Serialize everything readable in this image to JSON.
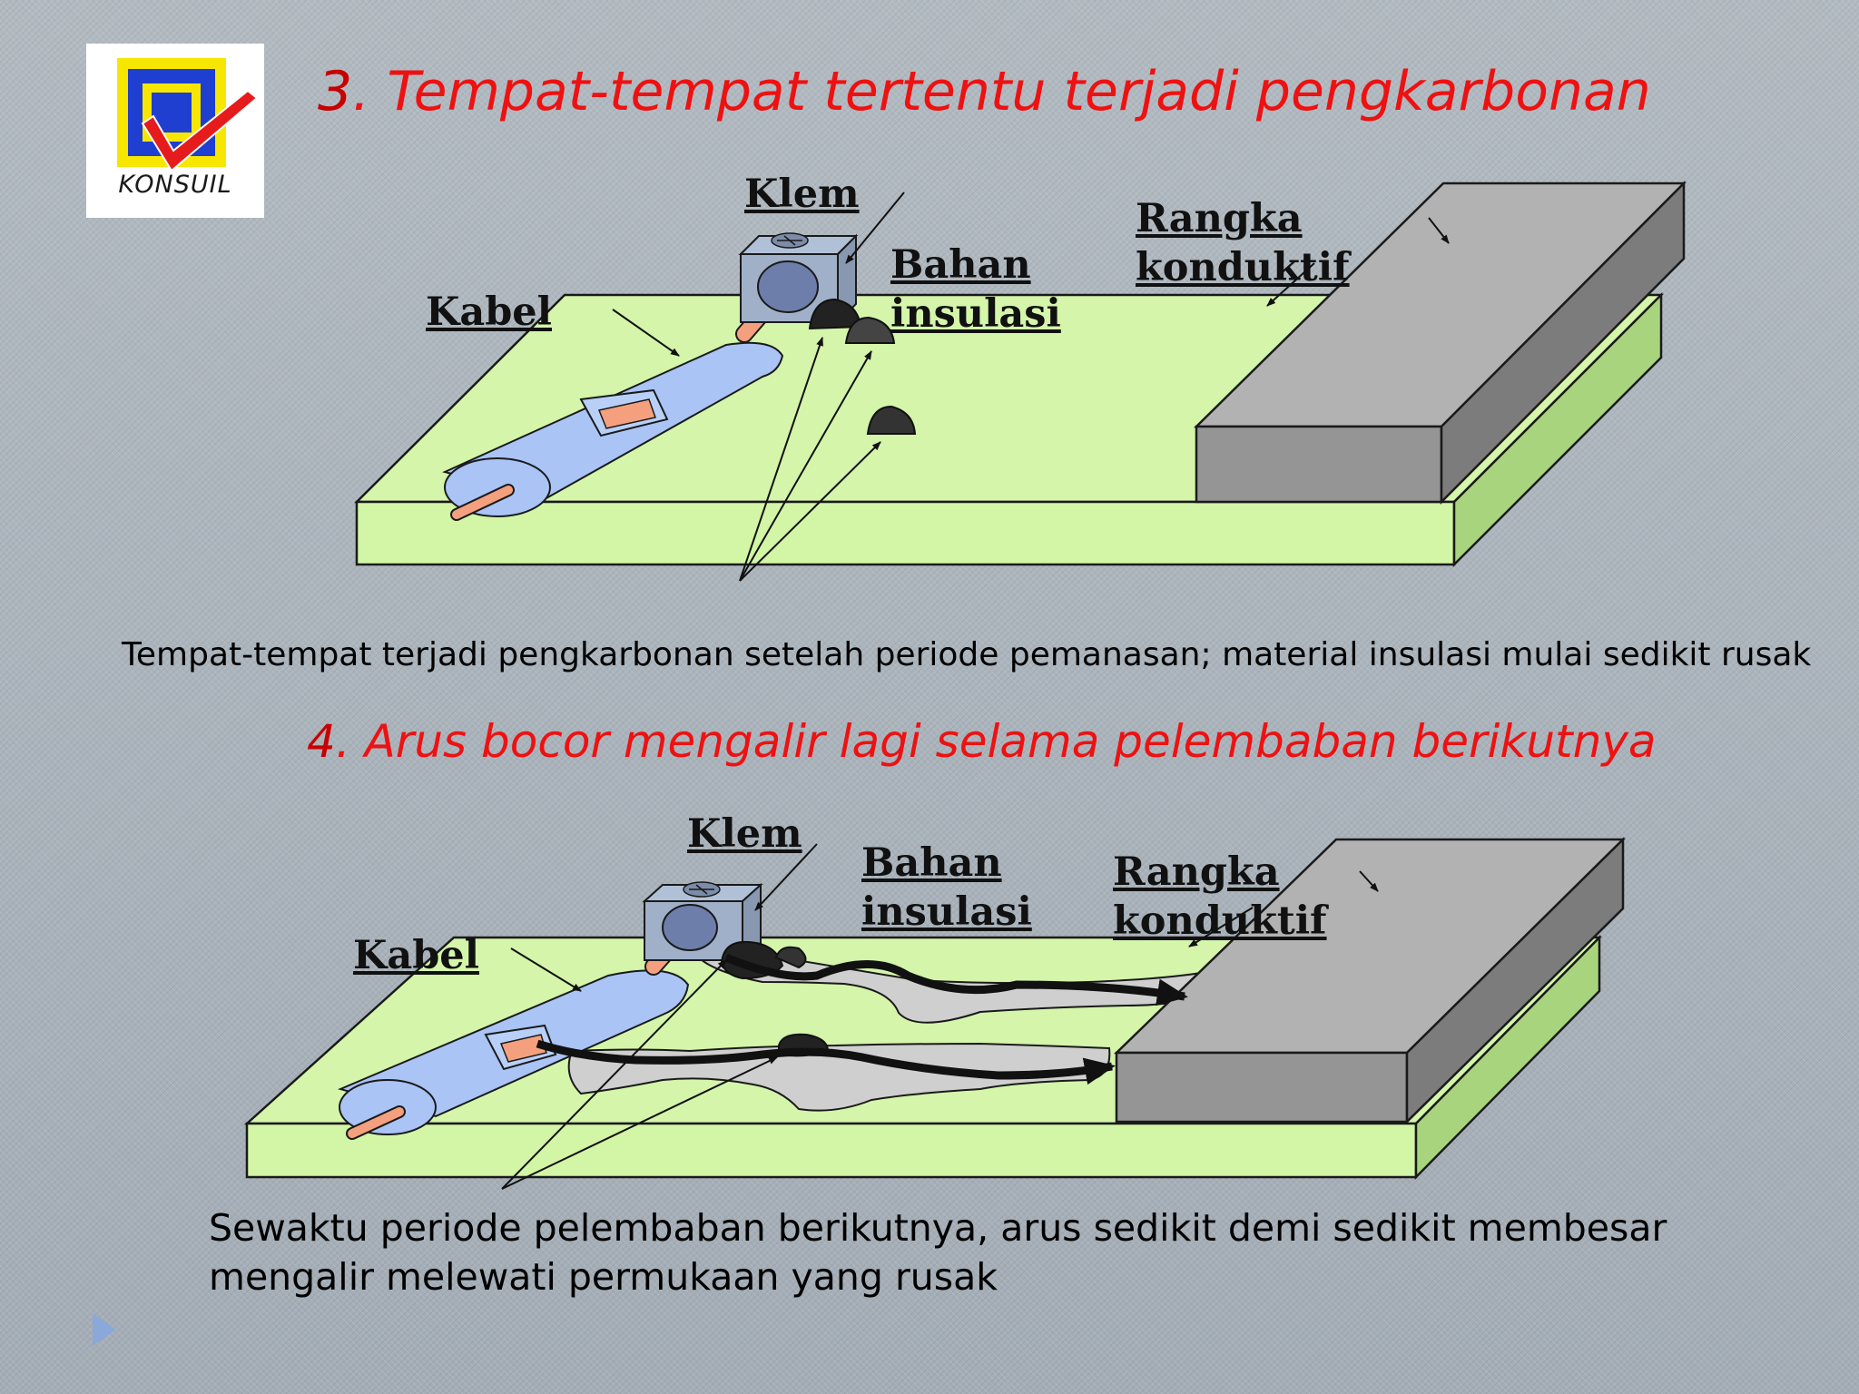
{
  "logo": {
    "text": "KONSUIL"
  },
  "section1": {
    "number": "3",
    "title": ". Tempat-tempat tertentu terjadi pengkarbonan",
    "labels": {
      "clamp": "Klem",
      "cable": "Kabel",
      "insulation_line1": "Bahan",
      "insulation_line2": "insulasi",
      "frame_line1": "Rangka",
      "frame_line2": "konduktif"
    },
    "caption": "Tempat-tempat terjadi pengkarbonan setelah periode pemanasan; material insulasi mulai sedikit rusak"
  },
  "section2": {
    "number": "4",
    "title": ". Arus bocor mengalir lagi selama pelembaban berikutnya",
    "labels": {
      "clamp": "Klem",
      "cable": "Kabel",
      "insulation_line1": "Bahan",
      "insulation_line2": "insulasi",
      "frame_line1": "Rangka",
      "frame_line2": "konduktif"
    },
    "caption_line1": "Sewaktu periode pelembaban berikutnya, arus sedikit demi sedikit membesar",
    "caption_line2": "mengalir melewati permukaan yang rusak"
  },
  "colors": {
    "title_red": "#ee1111",
    "board_green": "#d4f5aa",
    "cable_blue": "#a9c4f5",
    "conductor_copper": "#f4a07e",
    "frame_gray": "#a3a3a3",
    "carbon_black": "#2a2a2a"
  }
}
